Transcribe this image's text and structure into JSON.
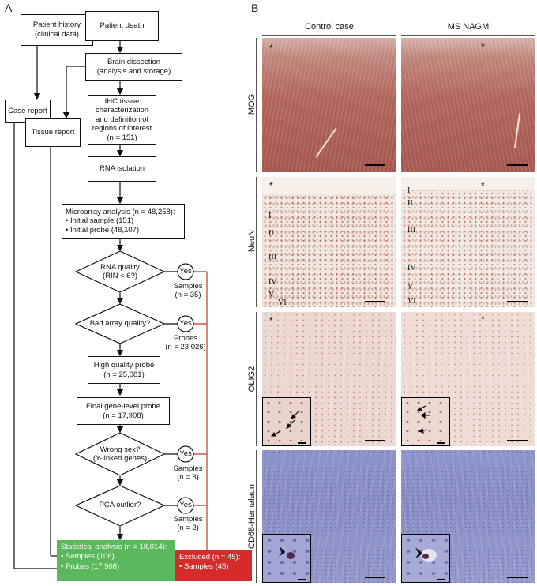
{
  "panel_a": {
    "letter": "A",
    "patient_history": "Patient history\n(clinical data)",
    "patient_death": "Patient death",
    "brain_dissection": "Brain dissection\n(analysis and storage)",
    "case_report": "Case report",
    "tissue_report": "Tissue report",
    "ihc": "IHC tissue\ncharacterization\nand definition of\nregions of interest\n(n = 151)",
    "rna_isolation": "RNA isolation",
    "microarray": "Microarray analysis (n = 48,258):\n• Initial sample (151)\n• Initial probe (48,107)",
    "rna_quality": "RNA quality\n(RIN < 6?)",
    "bad_array": "Bad array quality?",
    "high_quality": "High quality probe\n(n = 25,081)",
    "final_gene": "Final gene-level probe\n(n = 17,908)",
    "wrong_sex": "Wrong sex?\n(Y-linked genes)",
    "pca_outlier": "PCA outlier?",
    "yes": "Yes",
    "excl_1": "Samples\n(n = 35)",
    "excl_2": "Probes\n(n = 23,026)",
    "excl_3": "Samples\n(n = 8)",
    "excl_4": "Samples\n(n = 2)",
    "statistical": "Statistical analysis (n = 18,014):\n• Samples (106)\n• Probes (17,908)",
    "excluded": "Excluded (n = 45):\n• Samples (45)"
  },
  "panel_b": {
    "letter": "B",
    "col_control": "Control case",
    "col_ms": "MS NAGM",
    "row_mog": "MOG",
    "row_neun": "NeuN",
    "row_olig2": "OLIG2",
    "row_cd68": "CD68-Hemalaun",
    "star": "*",
    "layers_control": [
      "I",
      "II",
      "III",
      "IV",
      "V",
      "VI"
    ],
    "layers_ms": [
      "I",
      "II",
      "III",
      "IV",
      "V",
      "VI"
    ],
    "colors": {
      "mog": "#b87066",
      "neun": "#f1e7df",
      "olig2": "#ecd8d1",
      "cd68": "#8a8fc6",
      "green": "#5cb85c",
      "red": "#d62b2b",
      "red_line": "#c0392b"
    }
  }
}
